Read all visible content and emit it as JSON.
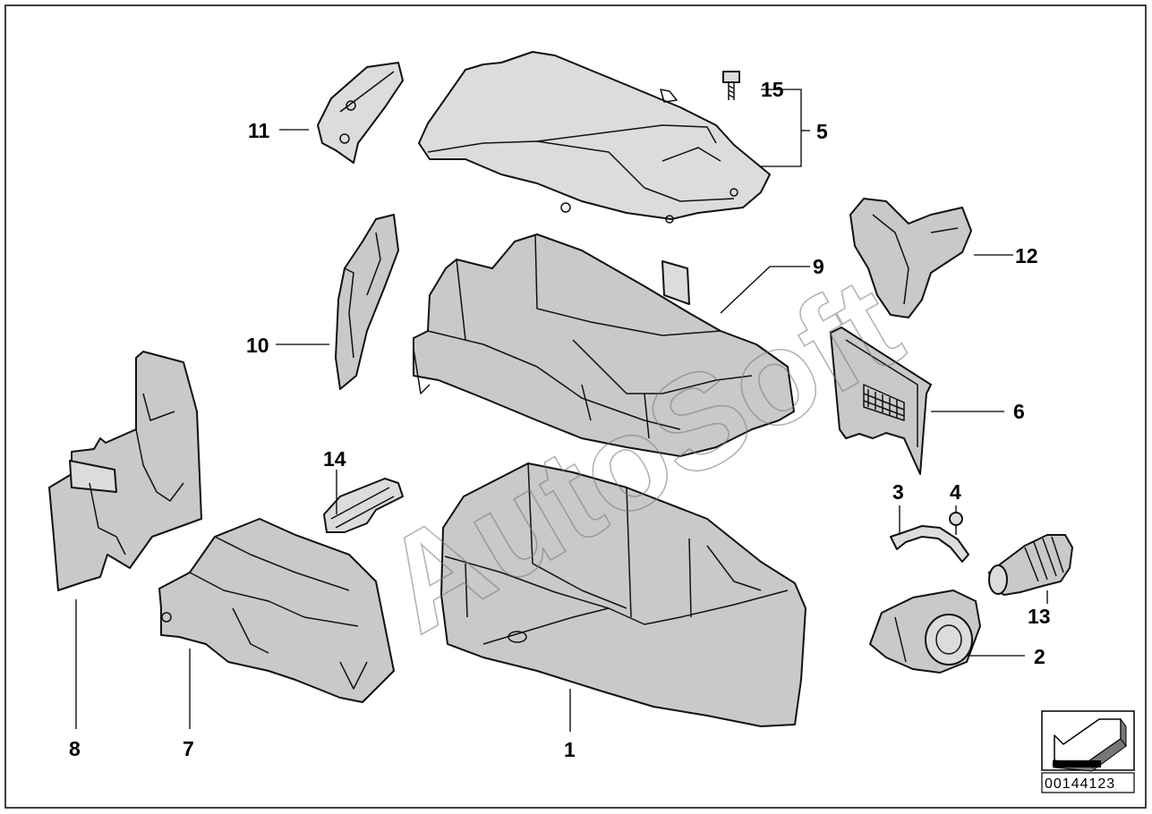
{
  "callouts": {
    "c1": "1",
    "c2": "2",
    "c3": "3",
    "c4": "4",
    "c5": "5",
    "c6": "6",
    "c7": "7",
    "c8": "8",
    "c9": "9",
    "c10": "10",
    "c11": "11",
    "c12": "12",
    "c13": "13",
    "c14": "14",
    "c15": "15"
  },
  "watermark": "AutoSoft",
  "document_number": "00144123",
  "icons": {
    "corner": "arrow-down-left-icon"
  }
}
